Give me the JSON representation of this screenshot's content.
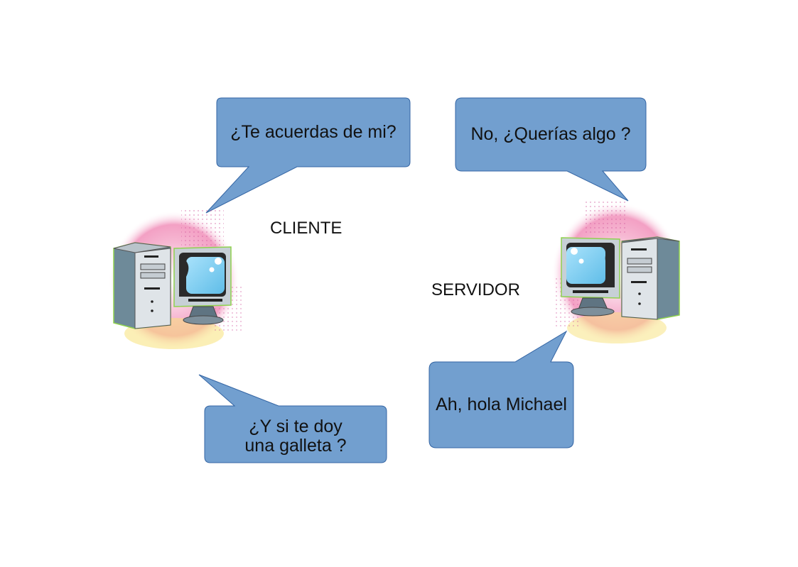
{
  "labels": {
    "client": "CLIENTE",
    "server": "SERVIDOR"
  },
  "bubbles": {
    "client_top": {
      "text": "¿Te acuerdas de mi?"
    },
    "server_top": {
      "text": "No, ¿Querías algo ?"
    },
    "server_bottom": {
      "text": "Ah, hola Michael"
    },
    "client_bottom": {
      "line1": "¿Y si te doy",
      "line2": "una galleta ?"
    }
  },
  "icons": {
    "client": "desktop-computer-icon",
    "server": "desktop-computer-icon"
  },
  "colors": {
    "bubble_fill": "#729fcf",
    "bubble_stroke": "#3465a4",
    "halo_pink": "#f4a6c8",
    "halo_yellow": "#f7e27a",
    "tower": "#d8dde2",
    "tower_side": "#6e8a99",
    "screen": "#8fd3f5",
    "monitor_outline": "#8fd14f"
  }
}
